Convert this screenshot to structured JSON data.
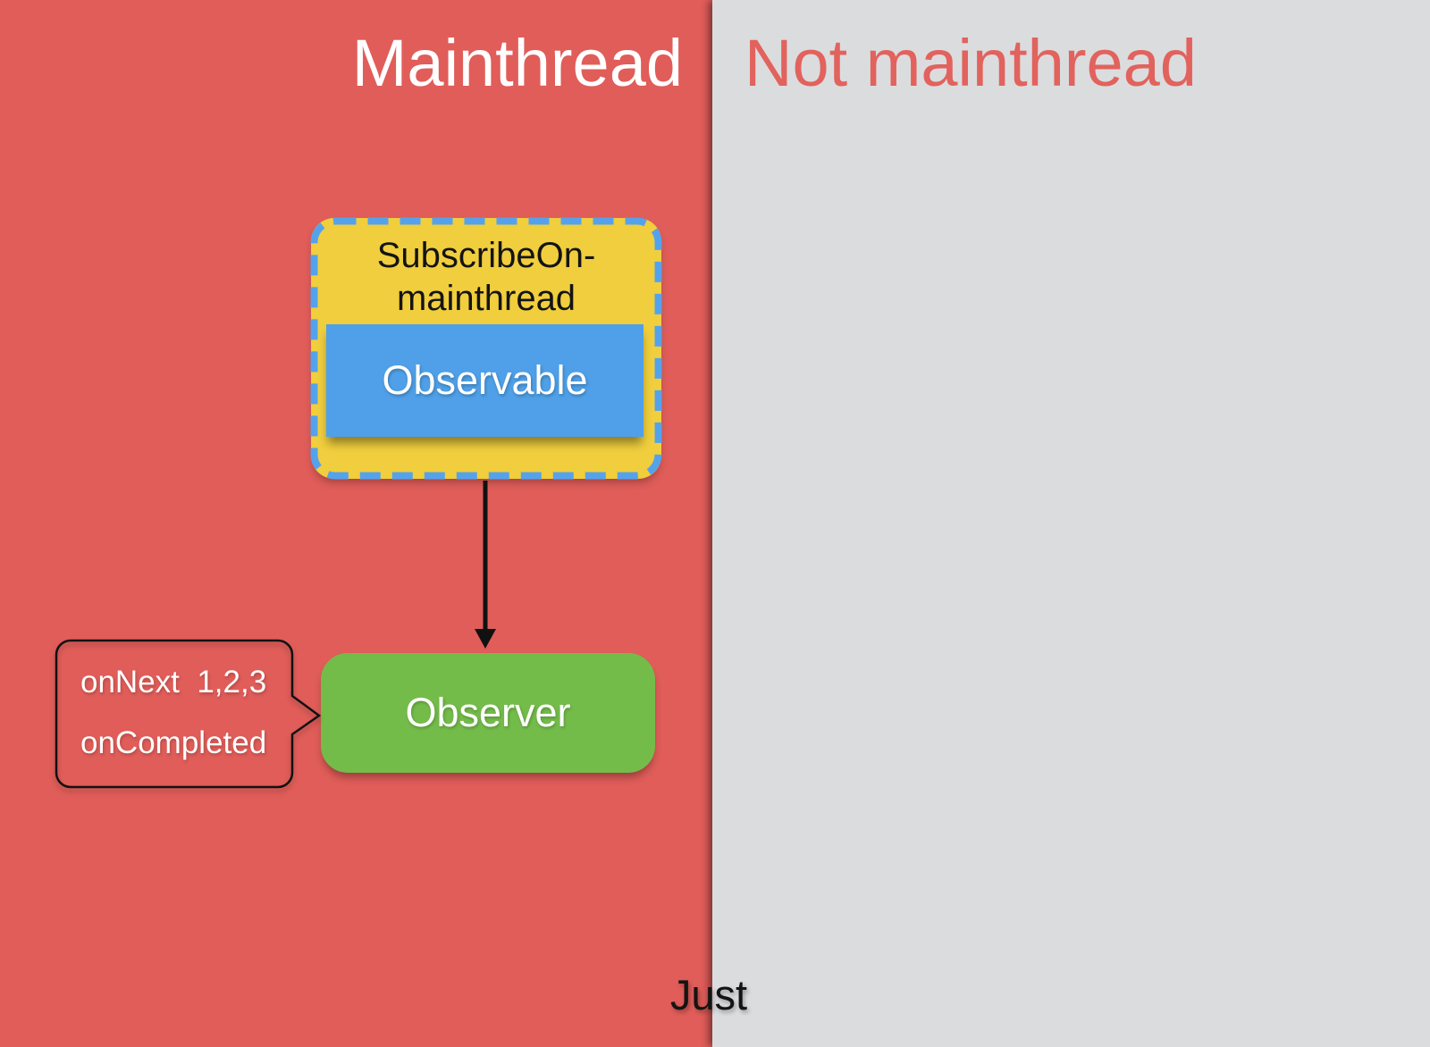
{
  "panels": {
    "mainthread": {
      "label": "Mainthread"
    },
    "not_mainthread": {
      "label": "Not mainthread"
    }
  },
  "subscribe_on_group": {
    "label_line1": "SubscribeOn-",
    "label_line2": "mainthread"
  },
  "observable": {
    "label": "Observable"
  },
  "observer": {
    "label": "Observer"
  },
  "callout": {
    "line1": "onNext  1,2,3",
    "line2": "onCompleted"
  },
  "operator_label": "Just",
  "colors": {
    "mainthread_bg": "#E05D59",
    "not_mainthread_bg": "#DBDCDE",
    "mainthread_title_text": "#FFFFFF",
    "not_mainthread_title_text": "#E2625D",
    "group_bg": "#F0CE3D",
    "group_dashed_border": "#55A2EC",
    "observable_bg": "#4FA0E8",
    "observer_bg": "#74BC4A",
    "arrow_and_callout_stroke": "#111111"
  }
}
